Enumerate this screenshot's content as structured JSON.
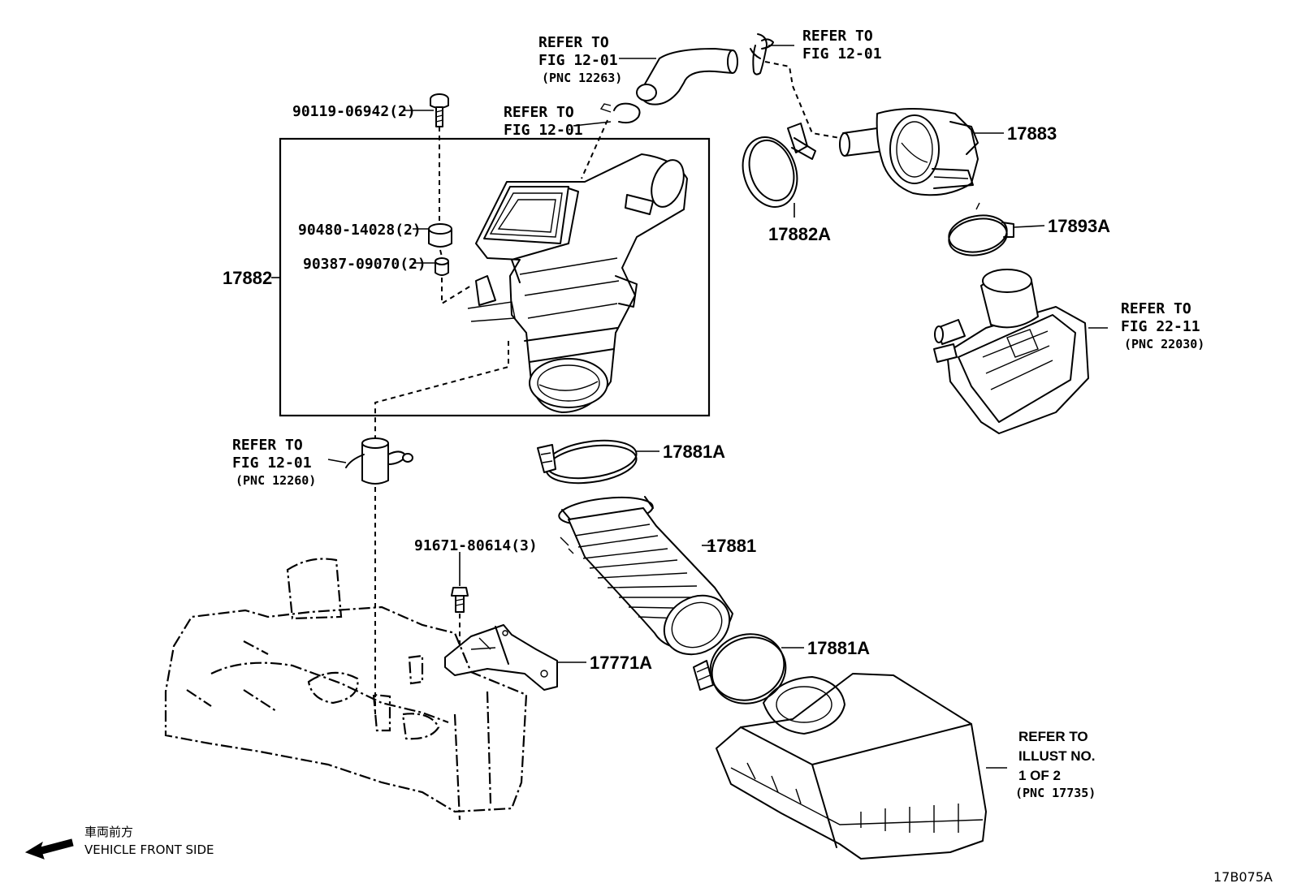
{
  "diagram_code": "17B075A",
  "front": {
    "jp": "車両前方",
    "en": "VEHICLE FRONT SIDE"
  },
  "parts": {
    "p90119": "90119-06942(2)",
    "p90480": "90480-14028(2)",
    "p90387": "90387-09070(2)",
    "p17882": "17882",
    "p17882A": "17882A",
    "p17883": "17883",
    "p17893A": "17893A",
    "p17881A_top": "17881A",
    "p17881": "17881",
    "p17881A_bot": "17881A",
    "p91671": "91671-80614(3)",
    "p17771A": "17771A"
  },
  "refs": {
    "r1": {
      "l1": "REFER TO",
      "l2": "FIG 12-01",
      "l3": "(PNC 12263)"
    },
    "r2": {
      "l1": "REFER TO",
      "l2": "FIG 12-01"
    },
    "r3": {
      "l1": "REFER TO",
      "l2": "FIG 12-01"
    },
    "r4": {
      "l1": "REFER TO",
      "l2": "FIG 22-11",
      "l3": "(PNC 22030)"
    },
    "r5": {
      "l1": "REFER TO",
      "l2": "FIG 12-01",
      "l3": "(PNC 12260)"
    },
    "r6": {
      "l1": "REFER TO",
      "l2": "ILLUST NO.",
      "l3": "1 OF 2",
      "l4": "(PNC 17735)"
    }
  }
}
